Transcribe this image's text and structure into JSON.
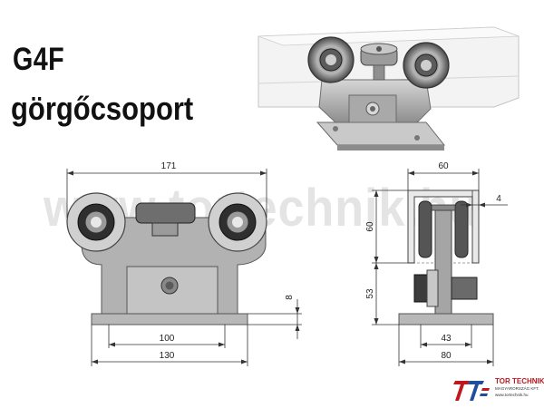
{
  "title": "G4F",
  "subtitle": "görgőcsoport",
  "watermark": "www.tortechnik.hu",
  "dimensions": {
    "front_width": "171",
    "front_base_holes": "100",
    "front_base_width": "130",
    "front_plate_thickness": "8",
    "side_width": "60",
    "side_rail_thickness": "4",
    "side_height_upper": "60",
    "side_height_lower": "53",
    "side_base_holes": "43",
    "side_base_width": "80"
  },
  "logo": {
    "name": "TOR TECHNIK",
    "subtitle": "MAGYARORSZÁG KFT.",
    "url": "www.tortechnik.hu"
  },
  "colors": {
    "metal": "#b5b5b5",
    "metal_dark": "#8a8a8a",
    "wheel_dark": "#3a3a3a",
    "rail": "#f2f2f2",
    "logo_red": "#c0161e",
    "logo_blue": "#1f4f9c"
  }
}
